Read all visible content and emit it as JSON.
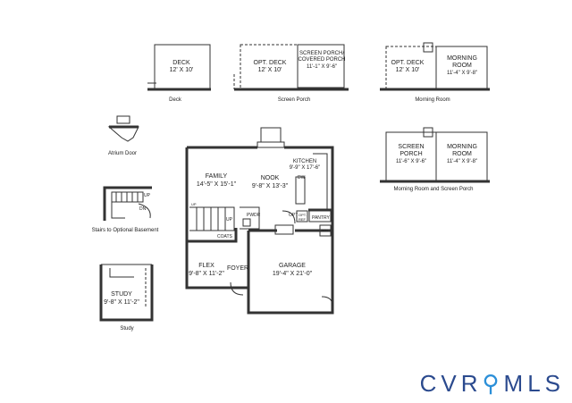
{
  "rooms": {
    "deck": {
      "name": "DECK",
      "size": "12' X 10'"
    },
    "opt_deck_a": {
      "name": "OPT. DECK",
      "size": "12' X 10'"
    },
    "screen_porch_cov": {
      "name": "SCREEN PORCH/",
      "name2": "COVERED PORCH",
      "size": "11'-1\" X 9'-6\""
    },
    "opt_deck_b": {
      "name": "OPT. DECK",
      "size": "12' X 10'"
    },
    "morning_a": {
      "name": "MORNING",
      "name2": "ROOM",
      "size": "11'-4\" X 9'-8\""
    },
    "screen_porch_b": {
      "name": "SCREEN",
      "name2": "PORCH",
      "size": "11'-6\" X 9'-6\""
    },
    "morning_b": {
      "name": "MORNING",
      "name2": "ROOM",
      "size": "11'-4\" X 9'-8\""
    },
    "family": {
      "name": "FAMILY",
      "size": "14'-5\" X 15'-1\""
    },
    "nook": {
      "name": "NOOK",
      "size": "9'-8\" X 13'-3\""
    },
    "kitchen": {
      "name": "KITCHEN",
      "size": "9'-9\" X 17'-6\""
    },
    "flex": {
      "name": "FLEX",
      "size": "9'-8\" X 11'-2\""
    },
    "foyer": {
      "name": "FOYER"
    },
    "garage": {
      "name": "GARAGE",
      "size": "19'-4\" X 21'-0\""
    },
    "study": {
      "name": "STUDY",
      "size": "9'-8\" X 11'-2\""
    }
  },
  "small_labels": {
    "pwdr": "PWDR",
    "coats": "COATS",
    "pantry": "PANTRY",
    "opt_ref": "OPT.",
    "ref": "REF",
    "dw": "DW",
    "opt": "OPT",
    "wh": "WH",
    "up": "UP",
    "up2": "UP",
    "dn": "DN",
    "up3": "UP"
  },
  "captions": {
    "deck": "Deck",
    "screen_porch": "Screen Porch",
    "morning_room": "Morning Room",
    "atrium": "Atrium Door",
    "morning_screen": "Morning Room and Screen Porch",
    "stairs": "Stairs to Optional Basement",
    "study": "Study"
  },
  "logo": {
    "left": "CVR",
    "pin": "⚲",
    "right": "MLS"
  }
}
